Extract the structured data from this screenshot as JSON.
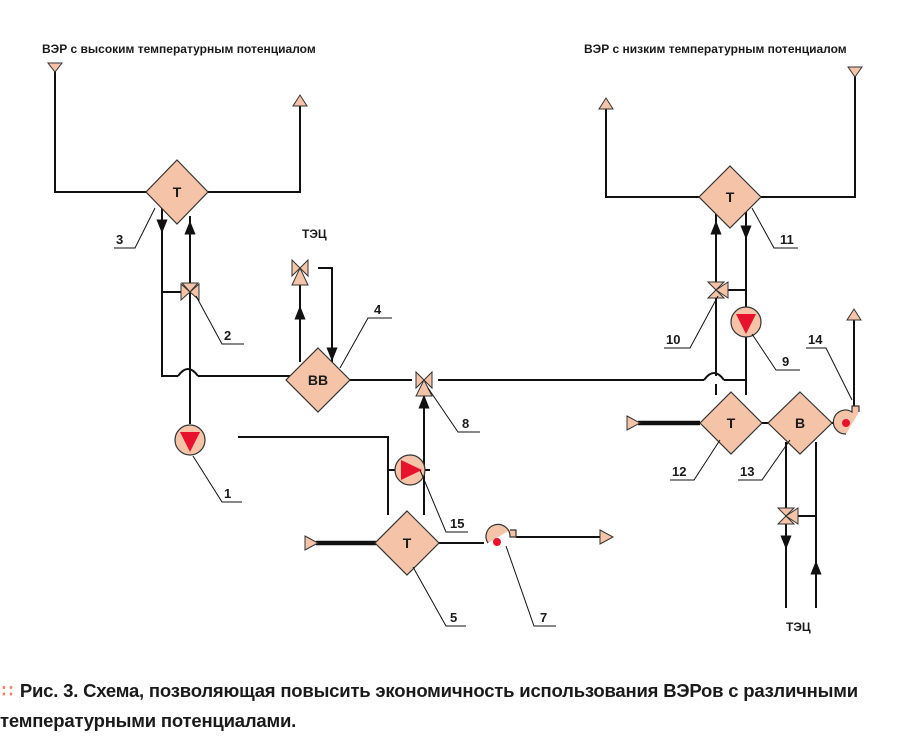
{
  "labels": {
    "high_potential": "ВЭР с высоким температурным потенциалом",
    "low_potential": "ВЭР с низким температурным потенциалом",
    "tec_top": "ТЭЦ",
    "tec_bottom": "ТЭЦ"
  },
  "units": {
    "t_left": "Т",
    "t_right": "Т",
    "bb": "ВВ",
    "t_bottom": "Т",
    "t_mid_right": "Т",
    "b": "В"
  },
  "callouts": [
    "1",
    "2",
    "3",
    "4",
    "5",
    "7",
    "8",
    "9",
    "10",
    "11",
    "12",
    "13",
    "14",
    "15"
  ],
  "caption": {
    "prefix": "Рис. 3.",
    "text": "Схема, позволяющая повысить экономичность использования ВЭРов с различными температурными потенциалами."
  },
  "colors": {
    "box_fill": "#f5c4a8",
    "pump_red": "#e8122c",
    "caption_dots": "#e8826a"
  }
}
